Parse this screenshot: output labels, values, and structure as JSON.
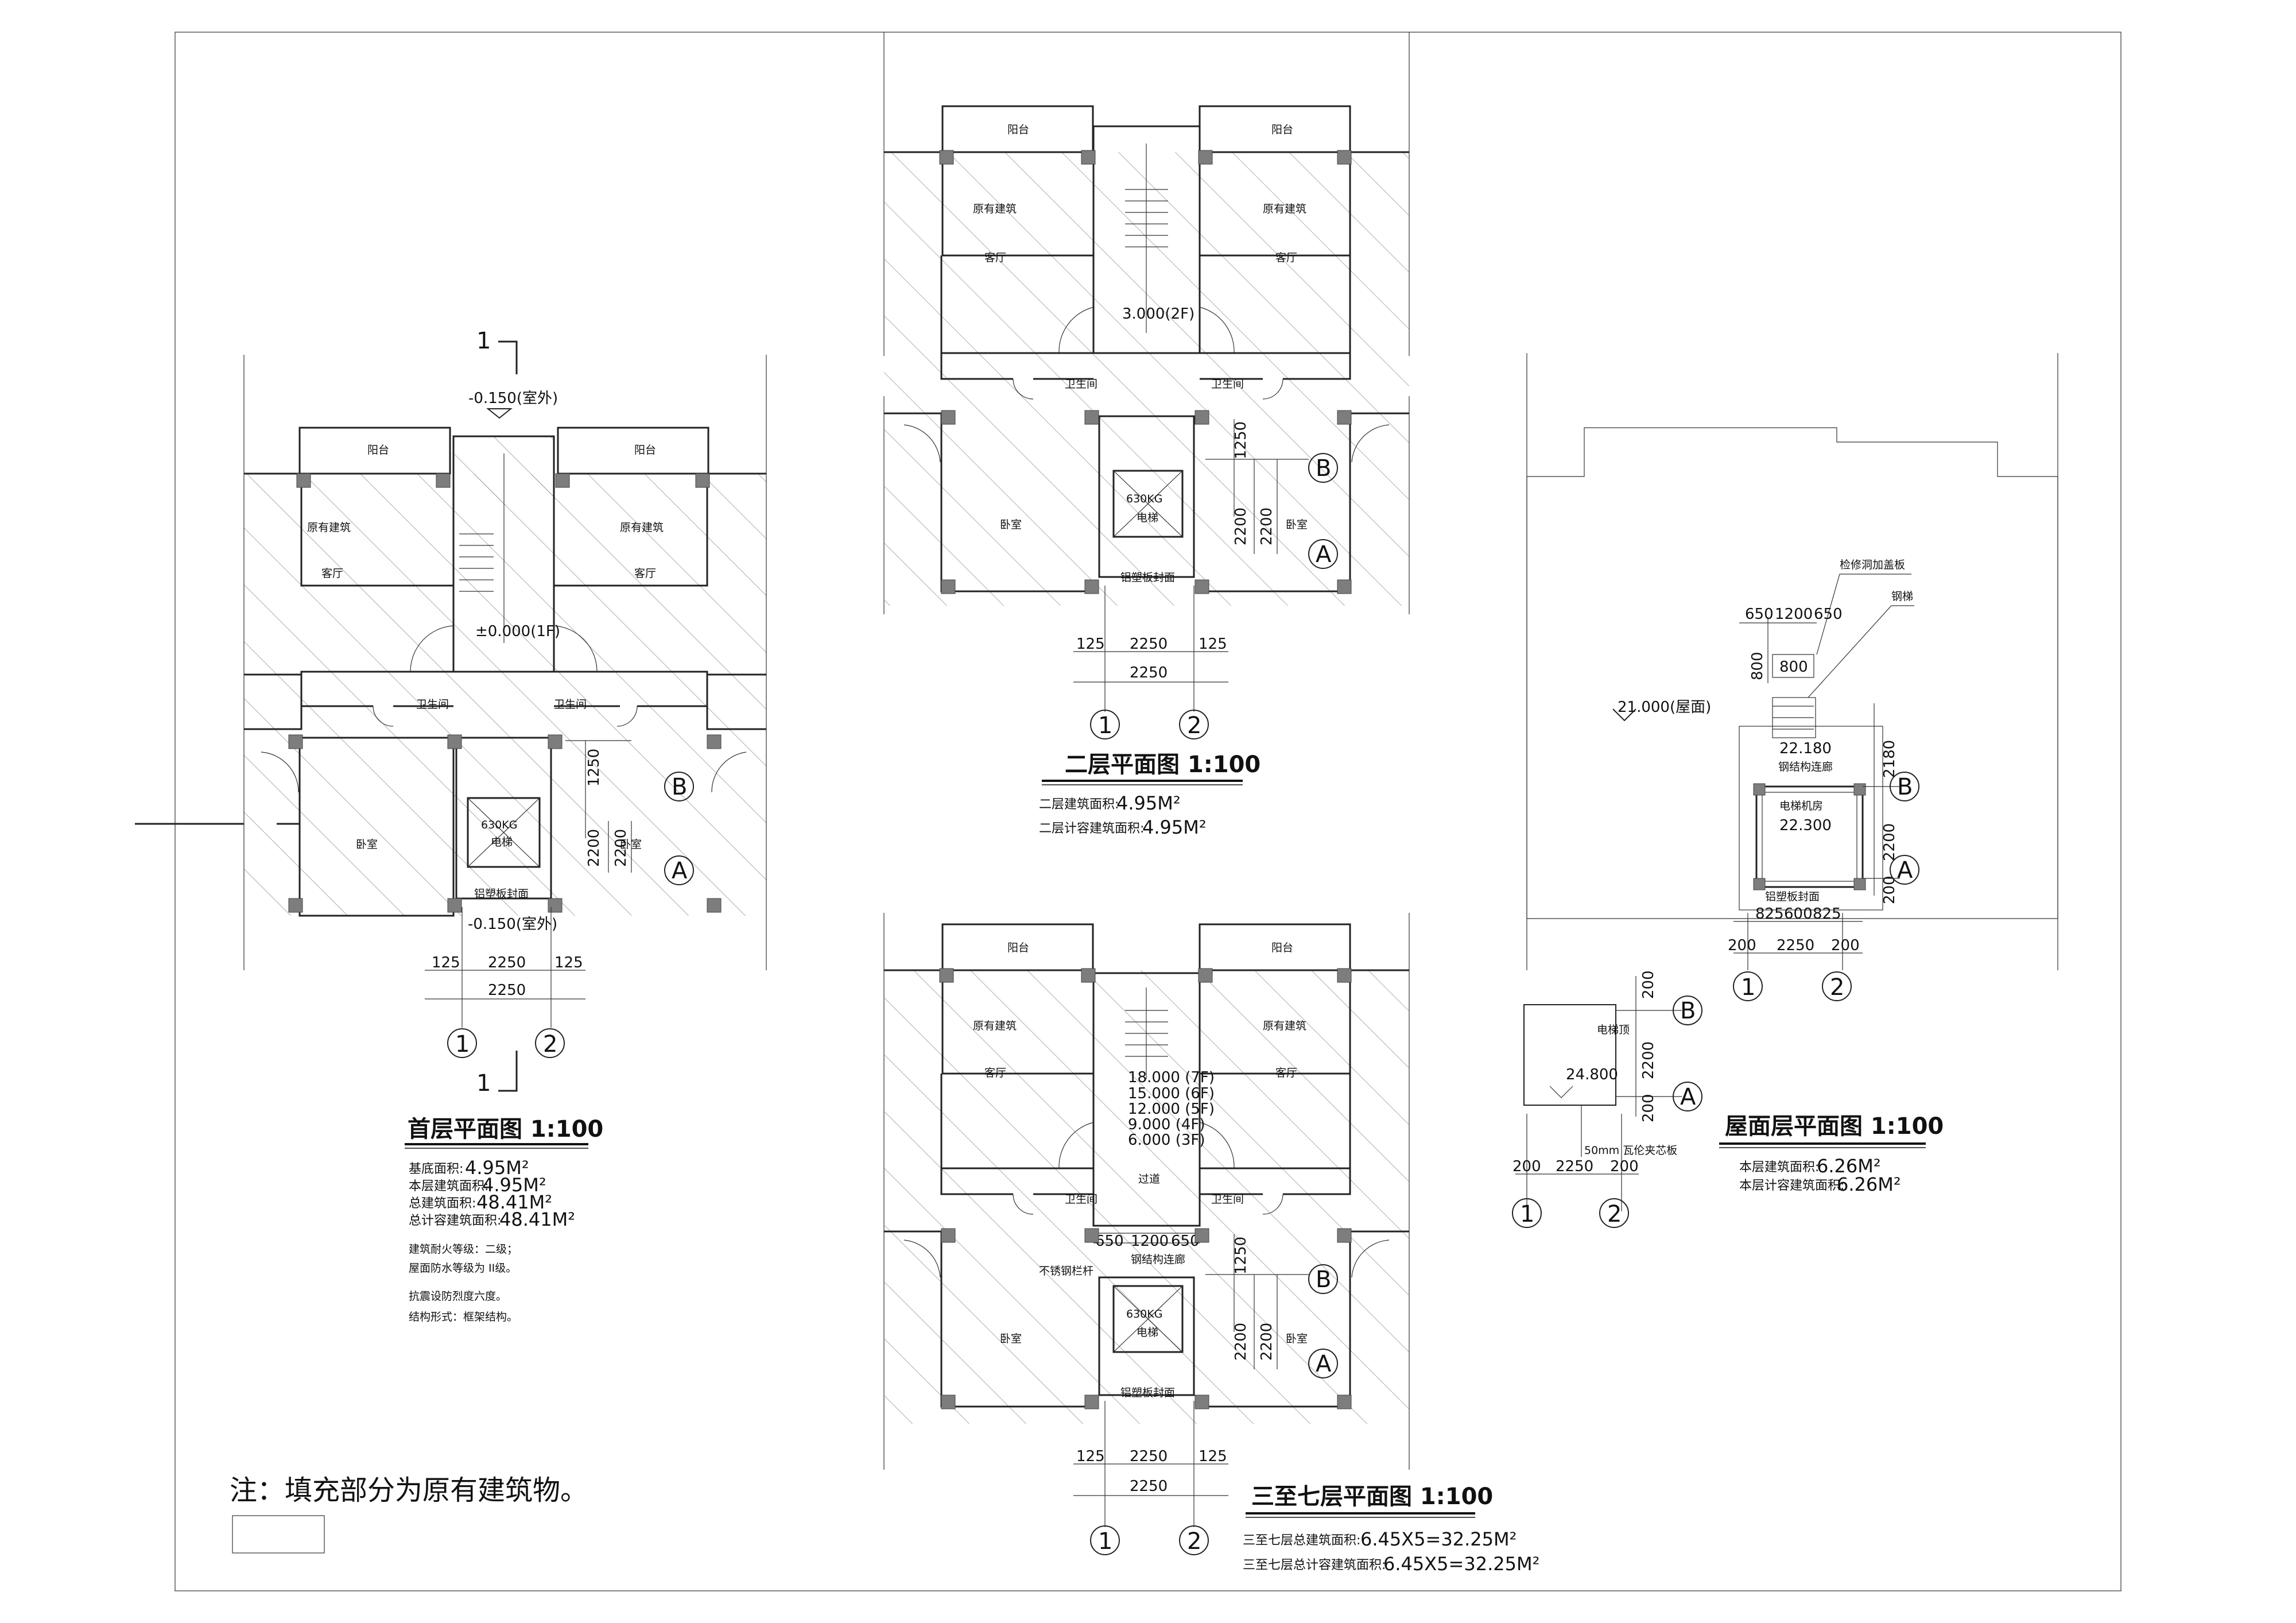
{
  "colors": {
    "line": "#222222",
    "column": "#7d7d7d",
    "hatch": "#8a8a8a",
    "background": "#ffffff"
  },
  "plans": {
    "first": {
      "title": "首层平面图  1:100",
      "section_mark": "1",
      "rooms": {
        "balcony": "阳台",
        "existing": "原有建筑",
        "living": "客厅",
        "toilet": "卫生间",
        "bedroom": "卧室",
        "elevator": "电梯",
        "elevator_load": "630KG",
        "cladding": "铝塑板封面"
      },
      "elevations": {
        "outdoor_top": "-0.150(室外)",
        "floor": "±0.000(1F)",
        "outdoor_bottom": "-0.150(室外)"
      },
      "dims": {
        "d1250": "1250",
        "d2200a": "2200",
        "d2200b": "2200",
        "d125a": "125",
        "d2250a": "2250",
        "d125b": "125",
        "d2250b": "2250"
      },
      "axes": {
        "a1": "1",
        "a2": "2",
        "aA": "A",
        "aB": "B"
      },
      "areas": [
        {
          "label": "基底面积:",
          "value": "4.95M²"
        },
        {
          "label": "本层建筑面积:",
          "value": "4.95M²"
        },
        {
          "label": "总建筑面积:",
          "value": "48.41M²"
        },
        {
          "label": "总计容建筑面积:",
          "value": "48.41M²"
        }
      ],
      "notes": [
        "建筑耐火等级：二级；",
        "屋面防水等级为 II级。",
        "抗震设防烈度六度。",
        "结构形式：框架结构。"
      ]
    },
    "second": {
      "title": "二层平面图  1:100",
      "rooms": {
        "balcony": "阳台",
        "existing": "原有建筑",
        "living": "客厅",
        "toilet": "卫生间",
        "bedroom": "卧室",
        "elevator": "电梯",
        "elevator_load": "630KG",
        "cladding": "铝塑板封面"
      },
      "elevations": {
        "floor": "3.000(2F)"
      },
      "dims": {
        "d1250": "1250",
        "d2200a": "2200",
        "d2200b": "2200",
        "d125a": "125",
        "d2250a": "2250",
        "d125b": "125",
        "d2250b": "2250"
      },
      "axes": {
        "a1": "1",
        "a2": "2",
        "aA": "A",
        "aB": "B"
      },
      "areas": [
        {
          "label": "二层建筑面积:",
          "value": "4.95M²"
        },
        {
          "label": "二层计容建筑面积:",
          "value": "4.95M²"
        }
      ]
    },
    "third": {
      "title": "三至七层平面图  1:100",
      "rooms": {
        "balcony": "阳台",
        "existing": "原有建筑",
        "living": "客厅",
        "toilet": "卫生间",
        "bedroom": "卧室",
        "elevator": "电梯",
        "elevator_load": "630KG",
        "cladding": "铝塑板封面",
        "corridor": "过道",
        "railing": "不锈钢栏杆",
        "walkway": "钢结构连廊"
      },
      "elevations": [
        "18.000 (7F)",
        "15.000 (6F)",
        "12.000 (5F)",
        "9.000 (4F)",
        "6.000 (3F)"
      ],
      "dims": {
        "d650a": "650",
        "d1200": "1200",
        "d650b": "650",
        "d1250": "1250",
        "d2200a": "2200",
        "d2200b": "2200",
        "d125a": "125",
        "d2250a": "2250",
        "d125b": "125",
        "d2250b": "2250"
      },
      "axes": {
        "a1": "1",
        "a2": "2",
        "aA": "A",
        "aB": "B"
      },
      "areas": [
        {
          "label": "三至七层总建筑面积:",
          "value": "6.45X5=32.25M²"
        },
        {
          "label": "三至七层总计容建筑面积:",
          "value": "6.45X5=32.25M²"
        }
      ]
    },
    "roof": {
      "title": "屋面层平面图  1:100",
      "labels": {
        "hatch_cover": "检修洞加盖板",
        "ladder": "钢梯",
        "walkway": "钢结构连廊",
        "machine_room": "电梯机房",
        "cladding": "铝塑板封面",
        "elevator_slab": "电梯顶",
        "panel": "50mm 瓦伦夹芯板"
      },
      "elevations": {
        "roof": "21.000(屋面)",
        "walkway": "22.180",
        "machine": "22.300",
        "top": "24.800"
      },
      "dims": {
        "d650a": "650",
        "d1200": "1200",
        "d650b": "650",
        "d800a": "800",
        "d800b": "800",
        "d2180": "2180",
        "d2200": "2200",
        "d200r": "200",
        "d825a": "825",
        "d600": "600",
        "d825b": "825",
        "d200a": "200",
        "d2250": "2250",
        "d200b": "200",
        "k200a": "200",
        "k2200": "2200",
        "k200b": "200",
        "k200c": "200",
        "k2250": "2250",
        "k200d": "200"
      },
      "axes": {
        "a1": "1",
        "a2": "2",
        "aA": "A",
        "aB": "B",
        "k1": "1",
        "k2": "2",
        "kA": "A",
        "kB": "B"
      },
      "areas": [
        {
          "label": "本层建筑面积:",
          "value": "6.26M²"
        },
        {
          "label": "本层计容建筑面积:",
          "value": "6.26M²"
        }
      ]
    }
  },
  "legend_note": "注：填充部分为原有建筑物。"
}
